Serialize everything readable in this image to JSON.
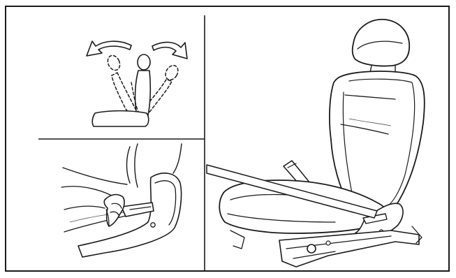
{
  "figure": {
    "panels": [
      {
        "id": "recline-motion",
        "icon": "reclining-arrows-icon"
      },
      {
        "id": "recline-lever-closeup",
        "icon": "hand-pulling-lever-icon"
      },
      {
        "id": "front-seat-overview",
        "icon": "car-seat-icon"
      }
    ],
    "colors": {
      "ink": "#1a1a1a",
      "background": "#ffffff"
    }
  }
}
